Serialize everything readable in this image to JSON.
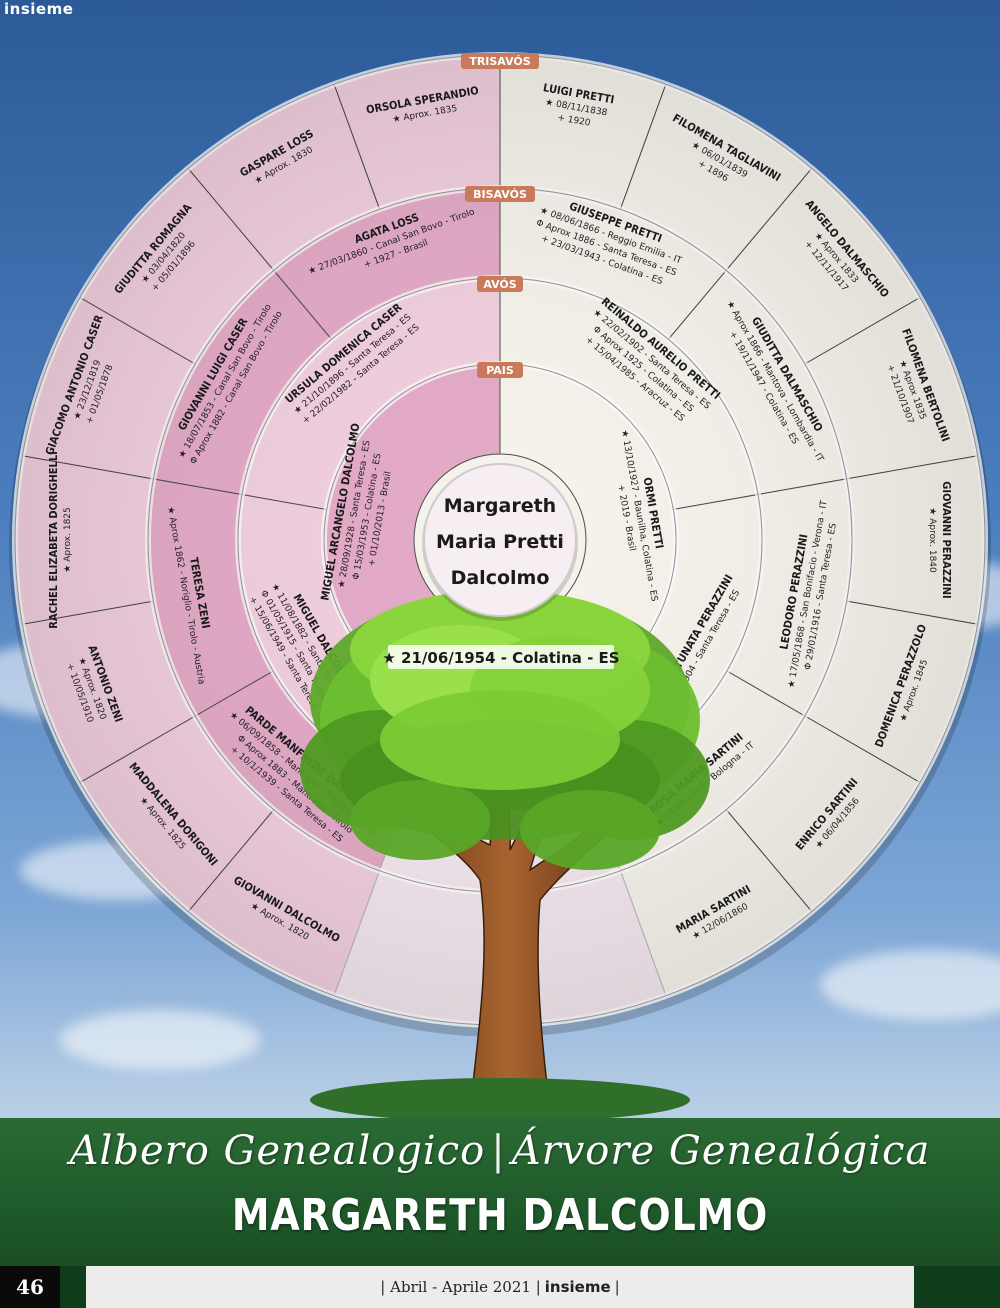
{
  "magazine": {
    "brand": "insieme",
    "page_number": "46",
    "issue": "Abril - Aprile 2021"
  },
  "title": {
    "italian": "Albero Genealogico",
    "portuguese": "Árvore Genealógica",
    "main": "MARGARETH DALCOLMO"
  },
  "colors": {
    "pink": "#f0cede",
    "pink_dark": "#e3a9c6",
    "cream": "#f4f2ea",
    "generation_label": "#c87a5a"
  },
  "center": {
    "lines": [
      "Margareth",
      "Maria Pretti",
      "Dalcolmo"
    ],
    "birth": "★ 21/06/1954 - Colatina - ES"
  },
  "generation_labels": [
    "PAIS",
    "AVÓS",
    "BISAVÓS",
    "TRISAVÓS"
  ],
  "ancestors": {
    "pais": [
      {
        "name": "MIGUEL ARCANGELO DALCOLMO",
        "lines": [
          "★ 28/09/1928 - Santa Teresa - ES",
          "Φ 15/03/1953 - Colatina - ES",
          "+ 01/10/2013 - Brasil"
        ]
      },
      {
        "name": "ORMI PRETTI",
        "lines": [
          "★ 13/10/1927 - Baunilha, Colatina - ES",
          "+ 2019 - Brasil"
        ]
      }
    ],
    "avos": [
      {
        "name": "MIGUEL DALCOLMO",
        "lines": [
          "★ 11/08/1882 - Santa Teresa - ES",
          "Φ 01/05/1915 - Santa Teresa - ES",
          "+ 15/06/1949 - Santa Teresa - ES"
        ]
      },
      {
        "name": "URSULA DOMENICA CASER",
        "lines": [
          "★ 21/10/1896 - Santa Teresa - ES",
          "+ 22/02/1982 - Santa Teresa - ES"
        ]
      },
      {
        "name": "REINALDO AURELIO PRETTI",
        "lines": [
          "★ 22/02/1902 - Santa Teresa - ES",
          "Φ Aprox 1925 - Colatina - ES",
          "+ 15/04/1985 - Aracruz - ES"
        ]
      },
      {
        "name": "MARIA FORTUNATA PERAZZINI",
        "lines": [
          "★ Aprox 1904 - Santa Teresa - ES"
        ]
      }
    ],
    "bisavos": [
      {
        "name": "PARDE MANFREDE DAL COLMO",
        "lines": [
          "★ 06/09/1858 - Mantrano - Tirolo - Austria",
          "Φ Aprox 1883 - Mantrano - Tirolo",
          "+ 10/1/1939 - Santa Teresa - ES"
        ]
      },
      {
        "name": "TERESA ZENI",
        "lines": [
          "★ Aprox 1862 - Noriglio - Tirolo - Austria"
        ]
      },
      {
        "name": "GIOVANNI LUIGI CASER",
        "lines": [
          "★ 18/07/1853 - Canal San Bovo - Tirolo",
          "Φ Aprox 1882 - Canal San Bovo - Tirolo"
        ]
      },
      {
        "name": "AGATA LOSS",
        "lines": [
          "★ 27/03/1860 - Canal San Bovo - Tirolo",
          "+ 1927 - Brasil"
        ]
      },
      {
        "name": "GIUSEPPE PRETTI",
        "lines": [
          "★ 08/06/1866 - Reggio Emilia - IT",
          "Φ Aprox 1886 - Santa Teresa - ES",
          "+ 23/03/1943 - Colatina - ES"
        ]
      },
      {
        "name": "GIUDITTA DALMASCHIO",
        "lines": [
          "★ Aprox 1866 - Mantova - Lombardia - IT",
          "+ 19/11/1947 - Colatina - ES"
        ]
      },
      {
        "name": "LEODORO PERAZZINI",
        "lines": [
          "★ 17/05/1868 - San Bonifacio - Verona - IT",
          "Φ 29/01/1916 - Santa Teresa - ES"
        ]
      },
      {
        "name": "ROSA MARIA SARTINI",
        "lines": [
          "★ 18/09/1881 - Bologna - IT"
        ]
      }
    ],
    "trisavos": [
      {
        "name": "GIOVANNI DALCOLMO",
        "lines": [
          "★ Aprox. 1820"
        ]
      },
      {
        "name": "MADDALENA DORIGONI",
        "lines": [
          "★ Aprox. 1825"
        ]
      },
      {
        "name": "ANTONIO ZENI",
        "lines": [
          "★ Aprox. 1820",
          "+ 10/05/1910"
        ]
      },
      {
        "name": "RACHEL ELIZABETA DORIGHELLI",
        "lines": [
          "★ Aprox. 1825"
        ]
      },
      {
        "name": "GIACOMO ANTONIO CASER",
        "lines": [
          "★ 23/12/1819",
          "+ 01/05/1878"
        ]
      },
      {
        "name": "GIUDITTA ROMAGNA",
        "lines": [
          "★ 03/04/1820",
          "+ 05/01/1896"
        ]
      },
      {
        "name": "GASPARE LOSS",
        "lines": [
          "★ Aprox. 1830"
        ]
      },
      {
        "name": "ORSOLA SPERANDIO",
        "lines": [
          "★ Aprox. 1835"
        ]
      },
      {
        "name": "LUIGI PRETTI",
        "lines": [
          "★ 08/11/1838",
          "+ 1920"
        ]
      },
      {
        "name": "FILOMENA TAGLIAVINI",
        "lines": [
          "★ 06/01/1839",
          "+ 1896"
        ]
      },
      {
        "name": "ANGELO DALMASCHIO",
        "lines": [
          "★ Aprox 1833",
          "+ 12/11/1917"
        ]
      },
      {
        "name": "FILOMENA BERTOLINI",
        "lines": [
          "★ Aprox 1835",
          "+ 21/10/1907"
        ]
      },
      {
        "name": "GIOVANNI PERAZZINI",
        "lines": [
          "★ Aprox. 1840"
        ]
      },
      {
        "name": "DOMENICA PERAZZOLO",
        "lines": [
          "★ Aprox. 1845"
        ]
      },
      {
        "name": "ENRICO SARTINI",
        "lines": [
          "★ 06/04/1856"
        ]
      },
      {
        "name": "MARIA SARTINI",
        "lines": [
          "★ 12/06/1860"
        ]
      }
    ]
  }
}
